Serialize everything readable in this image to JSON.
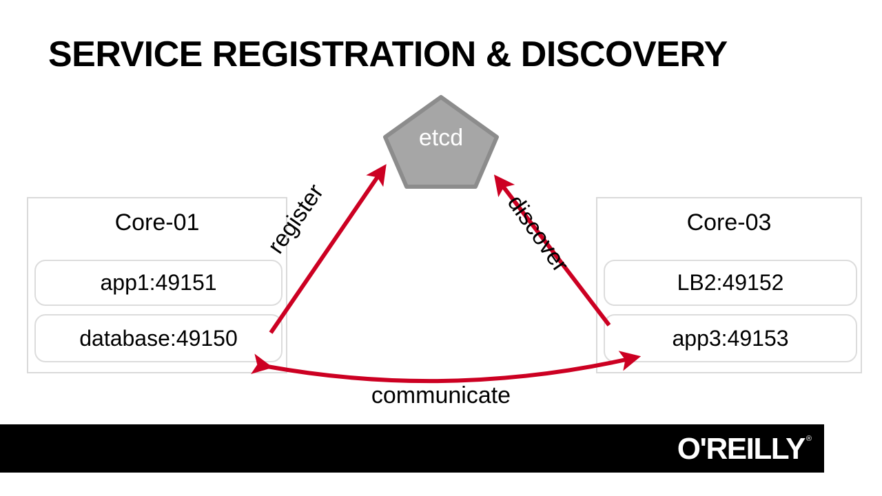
{
  "slide": {
    "title": "SERVICE REGISTRATION & DISCOVERY",
    "background_color": "#ffffff"
  },
  "registry": {
    "shape": "pentagon",
    "label": "etcd",
    "fill_color": "#a6a6a6",
    "stroke_color": "#8c8c8c",
    "text_color": "#ffffff"
  },
  "hosts": [
    {
      "id": "core-left",
      "title": "Core-01",
      "services": [
        {
          "label": "app1:49151"
        },
        {
          "label": "database:49150"
        }
      ]
    },
    {
      "id": "core-right",
      "title": "Core-03",
      "services": [
        {
          "label": "LB2:49152"
        },
        {
          "label": "app3:49153"
        }
      ]
    }
  ],
  "connections": {
    "register": {
      "label": "register",
      "color": "#cc0022",
      "direction": "core-01-to-etcd"
    },
    "discover": {
      "label": "discover",
      "color": "#cc0022",
      "direction": "core-03-to-etcd"
    },
    "communicate": {
      "label": "communicate",
      "color": "#cc0022",
      "direction": "bidirectional"
    }
  },
  "footer": {
    "background_color": "#000000",
    "brand": "O'REILLY",
    "trademark": "®"
  }
}
